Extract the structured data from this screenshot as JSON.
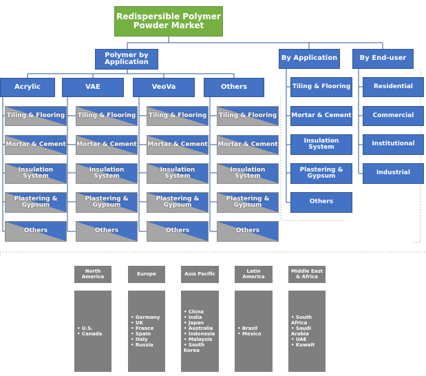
{
  "root": "Redispersible Polymer\nPowder Market",
  "polymer": {
    "label": "Polymer by\nApplication",
    "groups": [
      {
        "label": "Acrylic",
        "items": [
          "Tiling & Flooring",
          "Mortar & Cement",
          "Insulation\nSystem",
          "Plastering &\nGypsum",
          "Others"
        ]
      },
      {
        "label": "VAE",
        "items": [
          "Tiling & Flooring",
          "Mortar & Cement",
          "Insulation\nSystem",
          "Plastering &\nGypsum",
          "Others"
        ]
      },
      {
        "label": "VeoVa",
        "items": [
          "Tiling & Flooring",
          "Mortar & Cement",
          "Insulation\nSystem",
          "Plastering &\nGypsum",
          "Others"
        ]
      },
      {
        "label": "Others",
        "items": [
          "Tiling & Flooring",
          "Mortar & Cement",
          "Insulation\nSystem",
          "Plastering &\nGypsum",
          "Others"
        ]
      }
    ]
  },
  "application": {
    "label": "By Application",
    "items": [
      "Tiling & Flooring",
      "Mortar & Cement",
      "Insulation\nSystem",
      "Plastering &\nGypsum",
      "Others"
    ]
  },
  "enduser": {
    "label": "By End-user",
    "items": [
      "Residential",
      "Commercial",
      "Institutional",
      "Industrial"
    ]
  },
  "regions": [
    {
      "label": "North\nAmerica",
      "countries": [
        "U.S.",
        "Canada"
      ]
    },
    {
      "label": "Europe",
      "countries": [
        "Germany",
        "UK",
        "France",
        "Spain",
        "Italy",
        "Russia"
      ]
    },
    {
      "label": "Asia Pacific",
      "countries": [
        "China",
        "India",
        "Japan",
        "Australia",
        "Indonesia",
        "Malaysia",
        "South\nKorea"
      ]
    },
    {
      "label": "Latin\nAmerica",
      "countries": [
        "Brazil",
        "Mexico"
      ]
    },
    {
      "label": "Middle East\n& Africa",
      "countries": [
        "South\nAfrica",
        "Saudi\nArabia",
        "UAE",
        "Kuwait"
      ]
    }
  ],
  "colors": {
    "root": "#76b043",
    "blue": "#4472c4",
    "grey": "#a6a6a6",
    "region": "#7f7f7f",
    "line": "#2f5597"
  }
}
